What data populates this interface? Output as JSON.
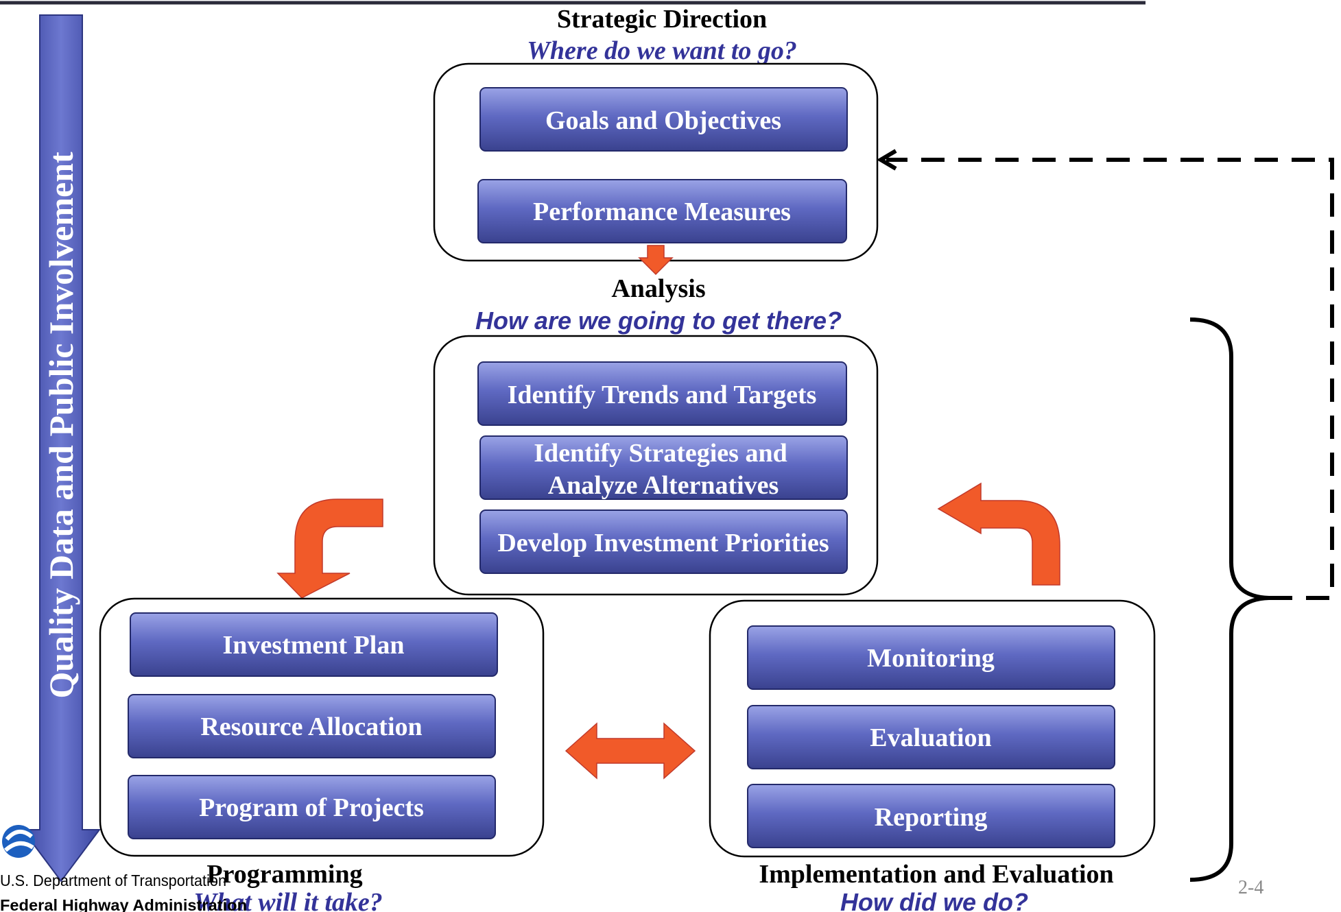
{
  "side_label": "Quality Data and Public Involvement",
  "sections": {
    "strategic": {
      "title": "Strategic Direction",
      "question": "Where do we want to go?",
      "items": [
        "Goals and Objectives",
        "Performance Measures"
      ]
    },
    "analysis": {
      "title": "Analysis",
      "question": "How are we going to get there?",
      "items": [
        "Identify Trends and Targets",
        "Identify Strategies and",
        "Analyze Alternatives",
        "Develop Investment Priorities"
      ]
    },
    "programming": {
      "title": "Programming",
      "question": "What will it take?",
      "items": [
        "Investment Plan",
        "Resource Allocation",
        "Program of Projects"
      ]
    },
    "implementation": {
      "title": "Implementation and Evaluation",
      "question": "How did we do?",
      "items": [
        "Monitoring",
        "Evaluation",
        "Reporting"
      ]
    }
  },
  "logo": {
    "line1": "U.S. Department of Transportation",
    "line2": "Federal Highway Administration"
  },
  "page_number": "2-4",
  "colors": {
    "box_blue": "#5a63b8",
    "arrow_orange": "#f15a29",
    "question_blue": "#333399",
    "side_arrow_blue": "#4a56b0"
  }
}
